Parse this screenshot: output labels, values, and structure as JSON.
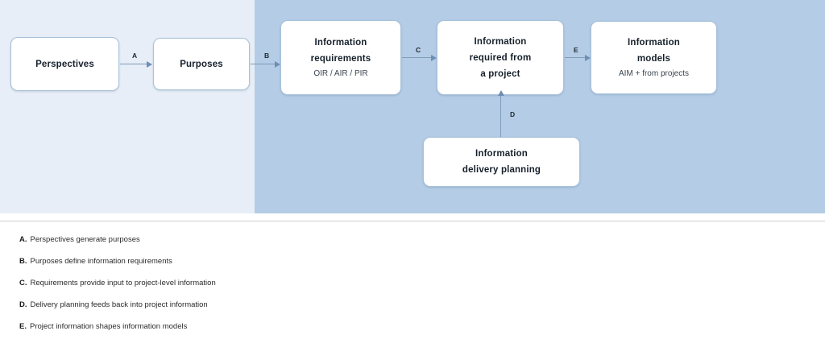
{
  "diagram": {
    "panels": {
      "left_bg": "#e7eef7",
      "right_bg": "#b4cce5"
    },
    "nodes": [
      {
        "id": "perspectives",
        "lines": [
          "Perspectives"
        ],
        "sub": ""
      },
      {
        "id": "purposes",
        "lines": [
          "Purposes"
        ],
        "sub": ""
      },
      {
        "id": "information-requirements",
        "lines": [
          "Information",
          "requirements"
        ],
        "sub": "OIR / AIR / PIR"
      },
      {
        "id": "information-required-from-a-project",
        "lines": [
          "Information",
          "required from",
          "a project"
        ],
        "sub": ""
      },
      {
        "id": "information-models",
        "lines": [
          "Information",
          "models"
        ],
        "sub": "AIM + from projects"
      },
      {
        "id": "information-delivery-planning",
        "lines": [
          "Information",
          "delivery planning"
        ],
        "sub": ""
      }
    ],
    "connectors": [
      {
        "id": "a",
        "label": "A",
        "from": "perspectives",
        "to": "purposes"
      },
      {
        "id": "b",
        "label": "B",
        "from": "purposes",
        "to": "information-requirements"
      },
      {
        "id": "c",
        "label": "C",
        "from": "information-requirements",
        "to": "information-required-from-a-project"
      },
      {
        "id": "d",
        "label": "D",
        "from": "information-delivery-planning",
        "to": "information-required-from-a-project"
      },
      {
        "id": "e",
        "label": "E",
        "from": "information-required-from-a-project",
        "to": "information-models"
      }
    ]
  },
  "legend": {
    "items": [
      {
        "key": "A.",
        "text": "Perspectives generate purposes"
      },
      {
        "key": "B.",
        "text": "Purposes define information requirements"
      },
      {
        "key": "C.",
        "text": "Requirements provide input to project-level information"
      },
      {
        "key": "D.",
        "text": "Delivery planning feeds back into project information"
      },
      {
        "key": "E.",
        "text": "Project information shapes information models"
      }
    ]
  }
}
